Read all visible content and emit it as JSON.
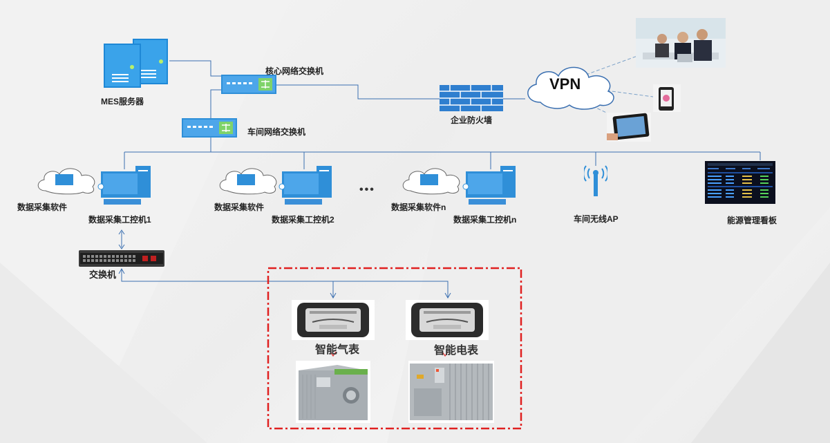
{
  "nodes": {
    "mes_server": "MES服务器",
    "core_switch": "核心网络交换机",
    "shop_switch": "车间网络交换机",
    "firewall": "企业防火墙",
    "vpn": "VPN",
    "software_1": "数据采集软件",
    "pc_1": "数据采集工控机1",
    "software_2": "数据采集软件",
    "pc_2": "数据采集工控机2",
    "ellipsis": "•••",
    "software_n": "数据采集软件n",
    "pc_n": "数据采集工控机n",
    "wireless_ap": "车间无线AP",
    "energy_board": "能源管理看板",
    "access_switch": "交换机",
    "gas_meter": "智能气表",
    "electric_meter": "智能电表"
  },
  "colors": {
    "line": "#3a6fb0",
    "device_blue": "#2f8fd8",
    "frame_red": "#e02020",
    "arrow_red": "#d33"
  }
}
